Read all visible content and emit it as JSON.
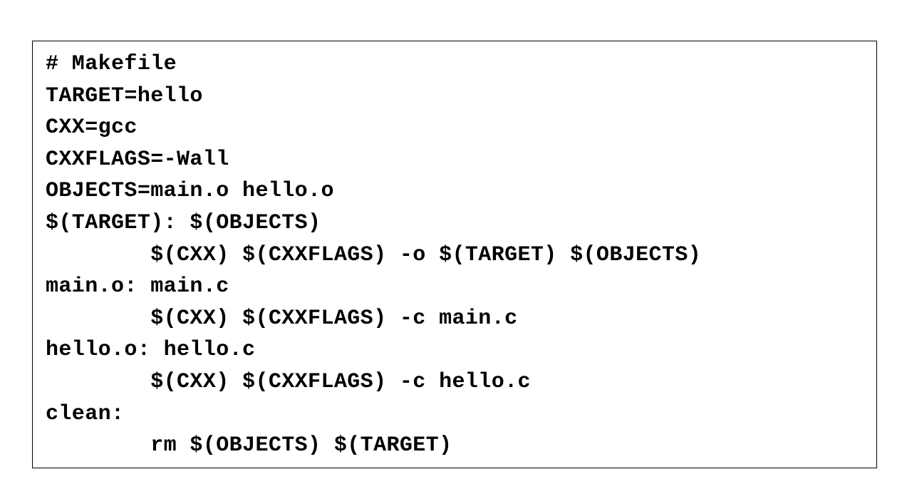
{
  "makefile": {
    "lines": [
      "# Makefile",
      "TARGET=hello",
      "CXX=gcc",
      "CXXFLAGS=-Wall",
      "OBJECTS=main.o hello.o",
      "$(TARGET): $(OBJECTS)",
      "        $(CXX) $(CXXFLAGS) -o $(TARGET) $(OBJECTS)",
      "main.o: main.c",
      "        $(CXX) $(CXXFLAGS) -c main.c",
      "hello.o: hello.c",
      "        $(CXX) $(CXXFLAGS) -c hello.c",
      "clean:",
      "        rm $(OBJECTS) $(TARGET)"
    ]
  }
}
